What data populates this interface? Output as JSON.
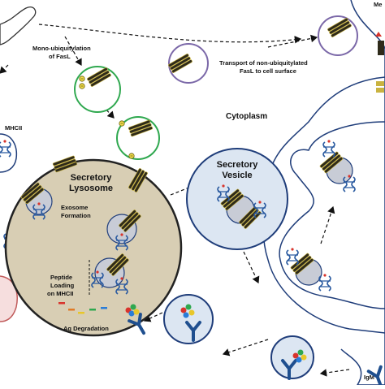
{
  "labels": {
    "mono_ubiquitylation_line1": "Mono-ubiquitylation",
    "mono_ubiquitylation_line2": "of FasL",
    "transport_line1": "Transport of non-ubiquitylated",
    "transport_line2": "FasL to cell surface",
    "cytoplasm": "Cytoplasm",
    "mhcii": "MHCII",
    "secretory_lysosome_line1": "Secretory",
    "secretory_lysosome_line2": "Lysosome",
    "exosome_formation_line1": "Exosome",
    "exosome_formation_line2": "Formation",
    "peptide_loading_line1": "Peptide",
    "peptide_loading_line2": "Loading",
    "peptide_loading_line3": "on MHCII",
    "ag_degradation": "Ag Degradation",
    "secretory_vesicle_line1": "Secretory",
    "secretory_vesicle_line2": "Vesicle",
    "igm": "IgM",
    "membrane_partial": "Me"
  },
  "colors": {
    "membrane_outline": "#1f3d7a",
    "lysosome_fill": "#d9cfb6",
    "green_vesicle": "#2fa84f",
    "purple_vesicle": "#7b68a8",
    "exosome_fill": "#c9ced8",
    "fasl": "#3a3420",
    "mhcii": "#2a5aa0",
    "ubiquitin": "#e8d84a",
    "bcr": "#1f4f8f"
  }
}
